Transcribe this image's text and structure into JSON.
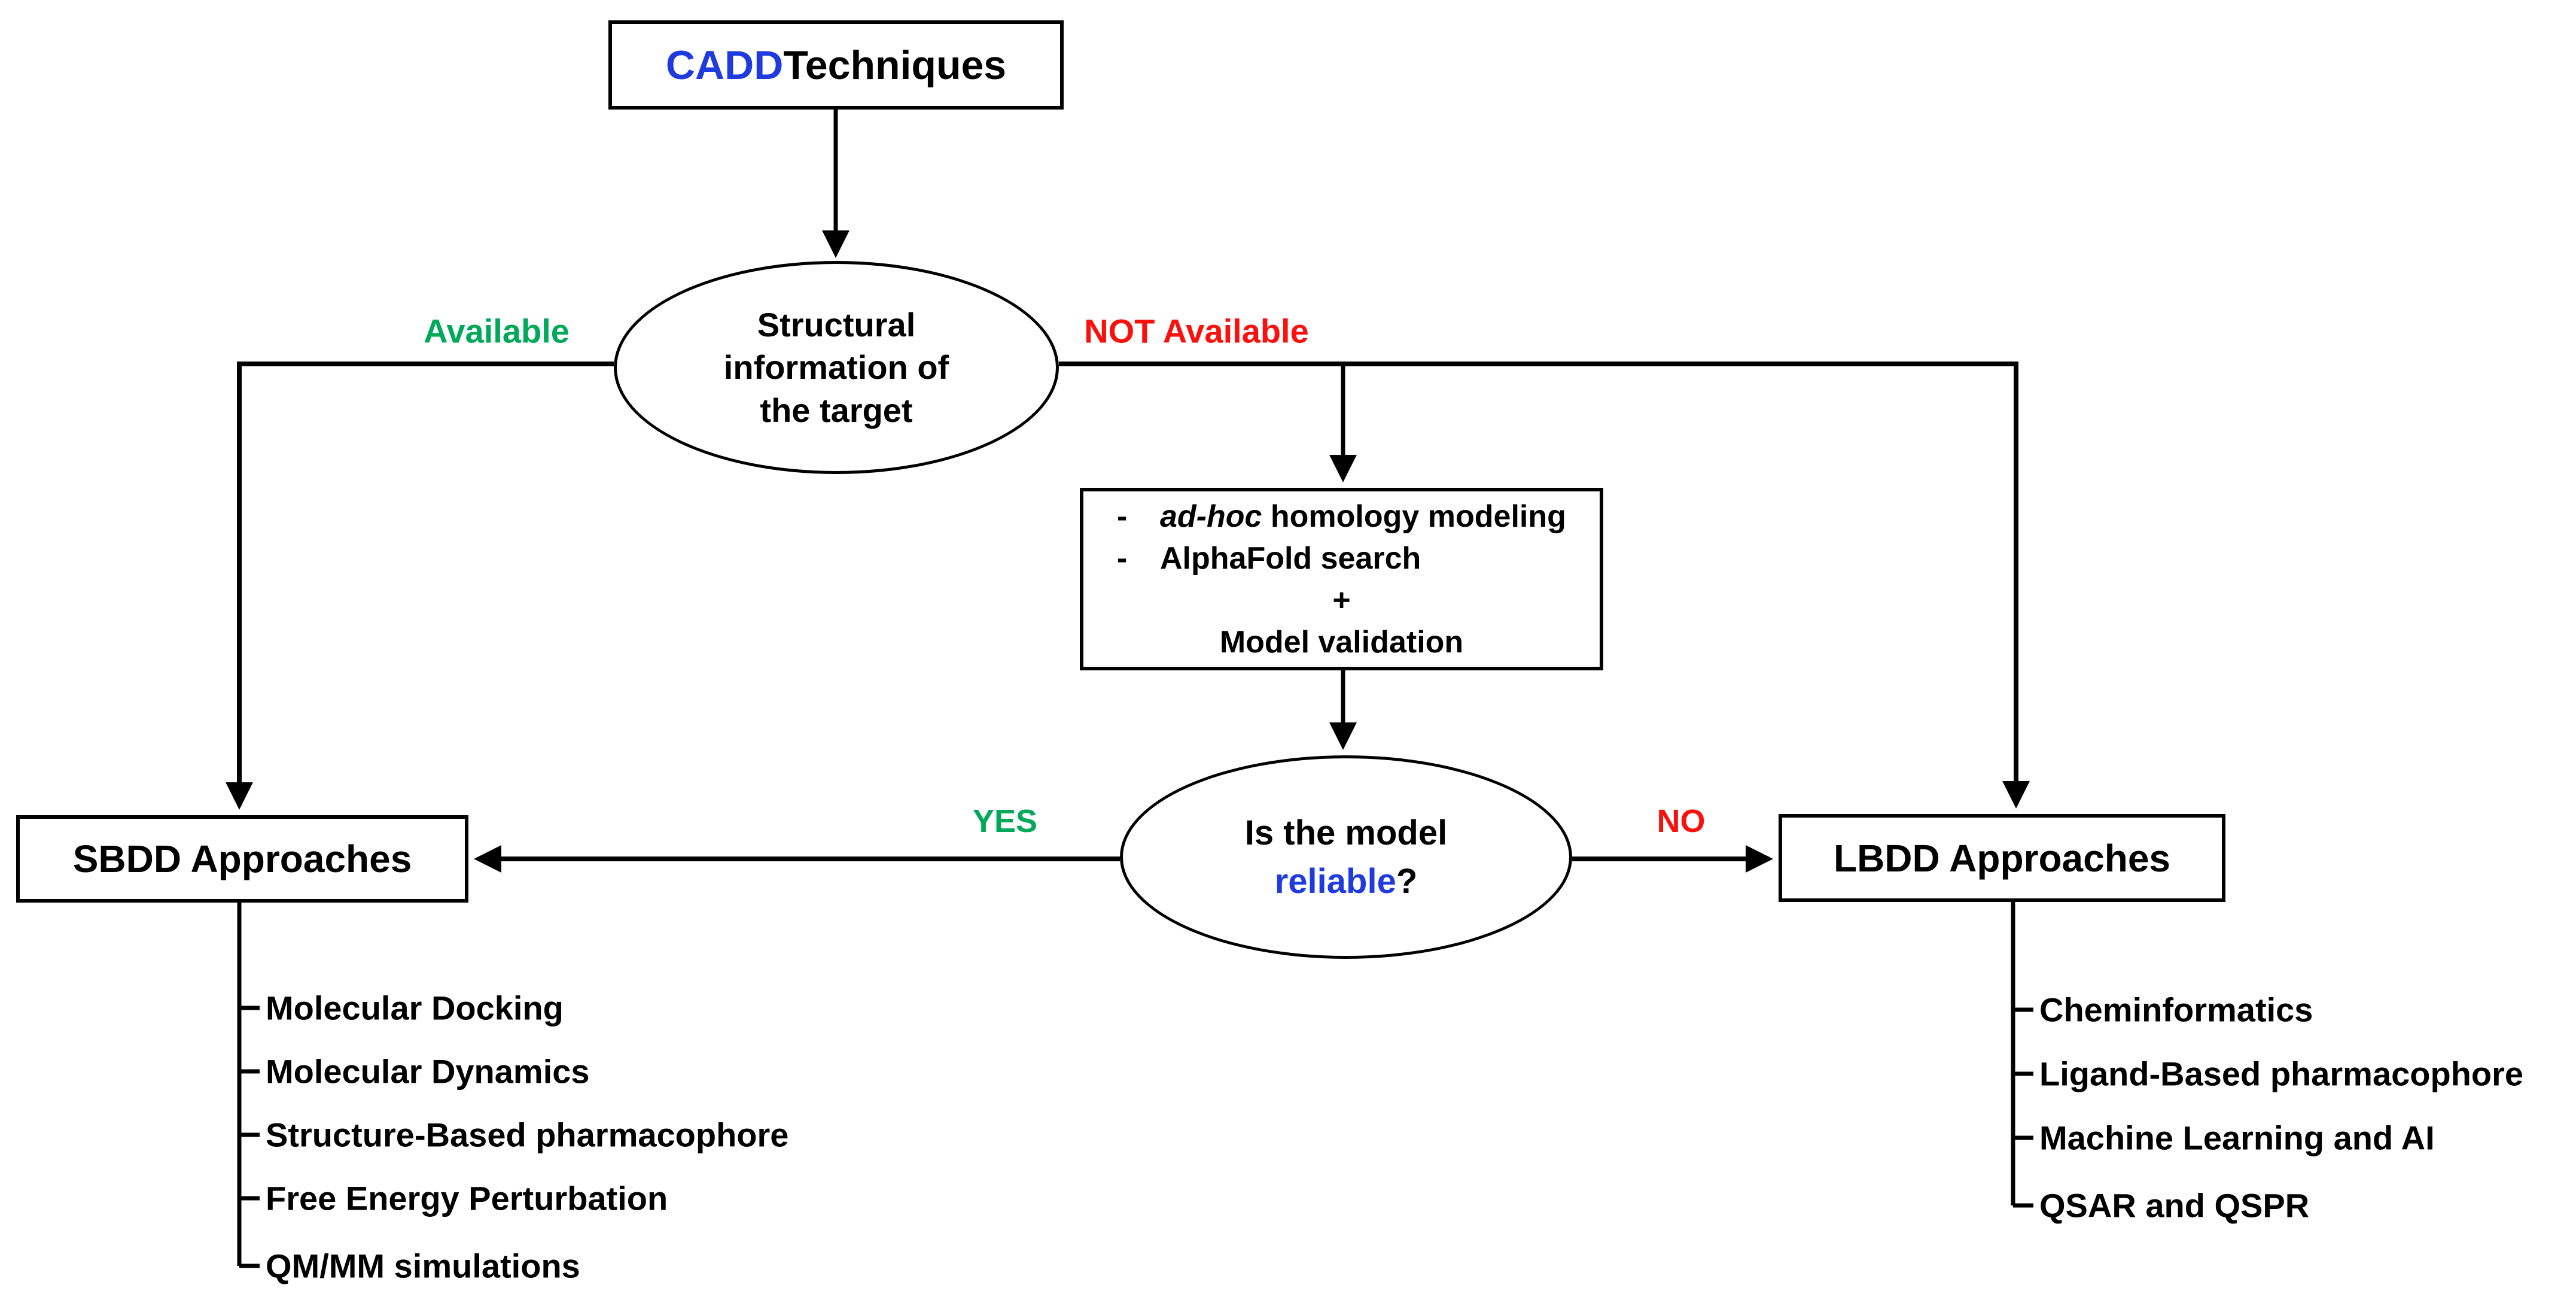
{
  "colors": {
    "accent_blue": "#1F3BDF",
    "positive_green": "#00A859",
    "negative_red": "#FA100D",
    "line_black": "#000000"
  },
  "cadd_box": {
    "highlight": "CADD",
    "rest": " Techniques"
  },
  "structure_ellipse": {
    "line1": "Structural",
    "line2": "information of",
    "line3": "the target"
  },
  "edge_labels": {
    "available": "Available",
    "not_available": "NOT Available",
    "yes": "YES",
    "no": "NO"
  },
  "homology_box": {
    "bullet1_dash": "-",
    "bullet1_italic": "ad-hoc",
    "bullet1_rest": " homology modeling",
    "bullet2_dash": "-",
    "bullet2_text": "AlphaFold search",
    "plus": "+",
    "validation": "Model validation"
  },
  "reliable_ellipse": {
    "line1": "Is the model",
    "highlight": "reliable",
    "suffix": "?"
  },
  "sbdd": {
    "label": "SBDD Approaches",
    "items": [
      "Molecular Docking",
      "Molecular Dynamics",
      "Structure-Based pharmacophore",
      "Free Energy Perturbation",
      "QM/MM simulations"
    ]
  },
  "lbdd": {
    "label": "LBDD Approaches",
    "items": [
      "Cheminformatics",
      "Ligand-Based pharmacophore",
      "Machine Learning and AI",
      "QSAR and QSPR"
    ]
  }
}
